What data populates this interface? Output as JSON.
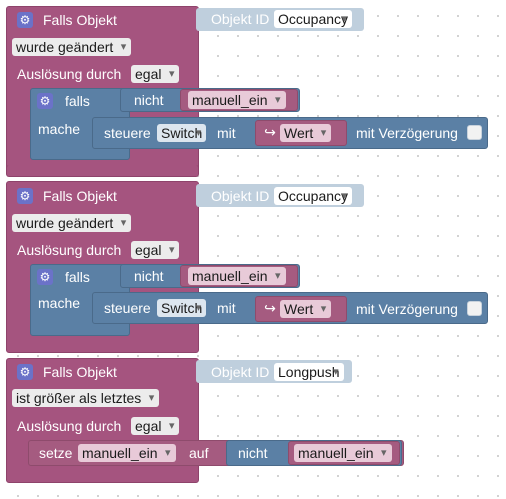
{
  "blocks": [
    {
      "event_label": "Falls Objekt",
      "object_id_label": "Objekt ID",
      "object_id": "Occupancy",
      "condition": "wurde geändert",
      "trigger_label": "Auslösung durch",
      "trigger_value": "egal",
      "if_label": "falls",
      "not_label": "nicht",
      "var": "manuell_ein",
      "do_label": "mache",
      "control_label": "steuere",
      "device": "Switch",
      "with_label": "mit",
      "value": "Wert",
      "delay_label": "mit Verzögerung"
    },
    {
      "event_label": "Falls Objekt",
      "object_id_label": "Objekt ID",
      "object_id": "Occupancy",
      "condition": "wurde geändert",
      "trigger_label": "Auslösung durch",
      "trigger_value": "egal",
      "if_label": "falls",
      "not_label": "nicht",
      "var": "manuell_ein",
      "do_label": "mache",
      "control_label": "steuere",
      "device": "Switch",
      "with_label": "mit",
      "value": "Wert",
      "delay_label": "mit Verzögerung"
    },
    {
      "event_label": "Falls Objekt",
      "object_id_label": "Objekt ID",
      "object_id": "Longpush",
      "condition": "ist größer als letztes",
      "trigger_label": "Auslösung durch",
      "trigger_value": "egal",
      "set_label": "setze",
      "set_var": "manuell_ein",
      "to_label": "auf",
      "not_label": "nicht",
      "var": "manuell_ein"
    }
  ],
  "icons": {
    "gear": "gear-icon",
    "value_arrow": "return-arrow-icon",
    "dropdown": "chevron-down-icon"
  },
  "colors": {
    "event_block": "#a5547f",
    "logic_block": "#5b80a5",
    "variable_block": "#a55b80",
    "object_id_ghost": "#bfcfdd"
  }
}
